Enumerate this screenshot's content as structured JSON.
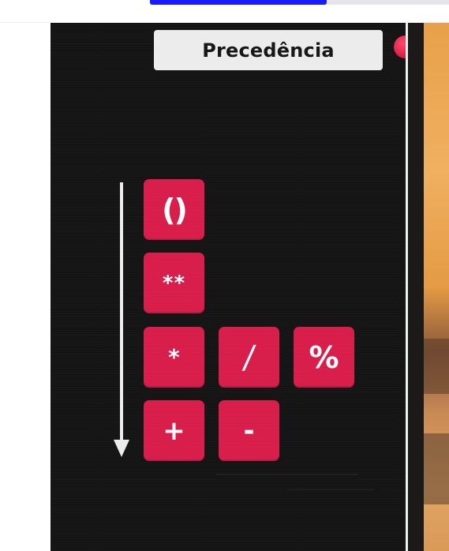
{
  "player": {
    "progress_fraction": 0.59,
    "progress_color": "#1a1aff",
    "track_color": "#e6e6ea"
  },
  "slide": {
    "title": "Precedência",
    "record_indicator_color": "#d61840",
    "key_color": "#d81d4a",
    "board_color": "#141414",
    "arrow": "down-arrow",
    "operators": [
      {
        "symbol": "()",
        "level": 1
      },
      {
        "symbol": "**",
        "level": 2
      },
      {
        "symbol": "*",
        "level": 3
      },
      {
        "symbol": "/",
        "level": 3
      },
      {
        "symbol": "%",
        "level": 3
      },
      {
        "symbol": "+",
        "level": 4
      },
      {
        "symbol": "-",
        "level": 4
      }
    ]
  }
}
